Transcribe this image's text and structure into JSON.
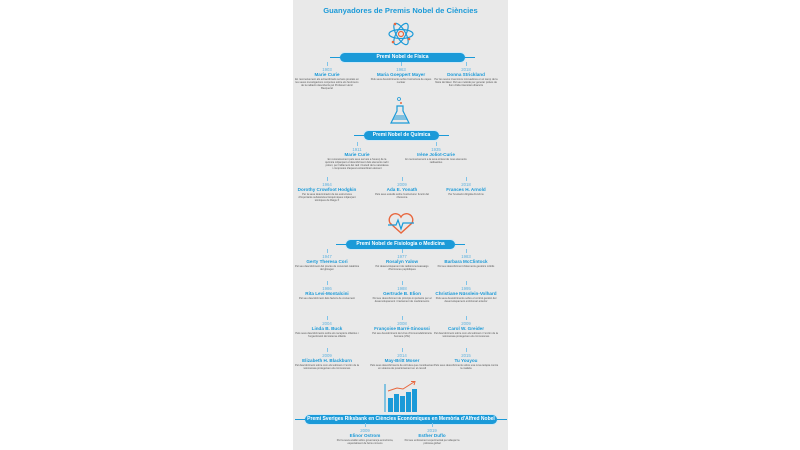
{
  "title": "Guanyadores de Premis Nobel de Ciències",
  "colors": {
    "accent": "#1b9ad8",
    "icon_secondary": "#e8663d",
    "panel": "#e9e9e9"
  },
  "sections": [
    {
      "id": "fisica",
      "label": "Premi Nobel de Física",
      "icon": "atom-icon",
      "laureates": [
        {
          "year": "1903",
          "name": "Marie Curie",
          "desc": "En reconeixement als extraordinaris serveis prestats en les seves investigacions conjuntes sobre els fenòmens de la radiació descoberts pel Professor Henri Becquerel"
        },
        {
          "year": "1963",
          "name": "Maria Goeppert Mayer",
          "desc": "Pels seus descobriments sobre l'estructura de capes nuclear"
        },
        {
          "year": "2018",
          "name": "Donna Strickland",
          "desc": "Per les seves invencions innovadores en el camp de la física del làser. Pel seu mètode per generar polsos de llum d'alta intensitat ultracurts"
        }
      ]
    },
    {
      "id": "quimica",
      "label": "Premi Nobel de Química",
      "icon": "flask-icon",
      "laureates": [
        {
          "year": "1911",
          "name": "Marie Curie",
          "desc": "En reconeixement pels seus serveis a l'avenç de la química mitjançant el descobriment dels elements radi i poloni, per l'aïllament del radi i l'estudi de la naturalesa i compostos d'aquest extraordinari element"
        },
        {
          "year": "1935",
          "name": "Irène Joliot-Curie",
          "desc": "En reconeixement a la seva síntesi de nous elements radioactius"
        },
        {
          "year": "1964",
          "name": "Dorothy Crowfoot Hodgkin",
          "desc": "Per la seva determinació de les estructures d'importants substàncies bioquímiques mitjançant tècniques de Raigs X"
        },
        {
          "year": "2009",
          "name": "Ada E. Yonath",
          "desc": "Pels seus estudis sobre l'estructura i funció del ribosoma"
        },
        {
          "year": "2018",
          "name": "Frances H. Arnold",
          "desc": "Per l'evolució dirigida d'enzims"
        }
      ]
    },
    {
      "id": "medicina",
      "label": "Premi Nobel de Fisiologia o Medicina",
      "icon": "heartbeat-icon",
      "laureates": [
        {
          "year": "1947",
          "name": "Gerty Theresa Cori",
          "desc": "Pel seu descobriment del procés de conversió catalítica del glicogen"
        },
        {
          "year": "1977",
          "name": "Rosalyn Yalow",
          "desc": "Pel desenvolupament de radioimmunoassaigs d'hormones peptídiques"
        },
        {
          "year": "1983",
          "name": "Barbara McClintock",
          "desc": "Pel seu descobriment d'elements genètics mòbils"
        },
        {
          "year": "1986",
          "name": "Rita Levi-Montalcini",
          "desc": "Pel seu descobriment dels factors de creixement"
        },
        {
          "year": "1988",
          "name": "Gertrude B. Elion",
          "desc": "Pel seu descobriment de principis importants per al desenvolupament i tractament de medicaments"
        },
        {
          "year": "1995",
          "name": "Christiane Nüsslein-Volhard",
          "desc": "Pels seus descobriments sobre el control genètic del desenvolupament embrionari anterior"
        },
        {
          "year": "2004",
          "name": "Linda B. Buck",
          "desc": "Pels seus descobriments sobre els receptors olfactius i l'organització del sistema olfactiu"
        },
        {
          "year": "2008",
          "name": "Françoise Barré-Sinoussi",
          "desc": "Pel seu descobriment del virus d'immunodeficiència humana (VIH)"
        },
        {
          "year": "2009",
          "name": "Carol W. Greider",
          "desc": "Pel descobriment sobre com els telòmers i l'enzim de la telomerasa protegeixen els cromosomes"
        },
        {
          "year": "2009",
          "name": "Elizabeth H. Blackburn",
          "desc": "Pel descobriment sobre com els telòmers i l'enzim de la telomerasa protegeixen els cromosomes"
        },
        {
          "year": "2014",
          "name": "May-Britt Moser",
          "desc": "Pels seus descobriments de cèl·lules que constitueixen un sistema de posicionament en el cervell"
        },
        {
          "year": "2015",
          "name": "Tu Youyou",
          "desc": "Pels seus descobriments sobre una nova teràpia contra la malària"
        }
      ]
    },
    {
      "id": "economia",
      "label": "Premi Sveriges Riksbank en Ciències Econòmiques en Memòria d'Alfred Nobel",
      "icon": "bar-chart-growth-icon",
      "laureates": [
        {
          "year": "2009",
          "name": "Elinor Ostrom",
          "desc": "Per la seva anàlisi sobre governança econòmica, especialment de béns comuns"
        },
        {
          "year": "2019",
          "name": "Esther Duflo",
          "desc": "Pel seu enfocament experimental per alleujar la pobresa global"
        }
      ]
    }
  ]
}
